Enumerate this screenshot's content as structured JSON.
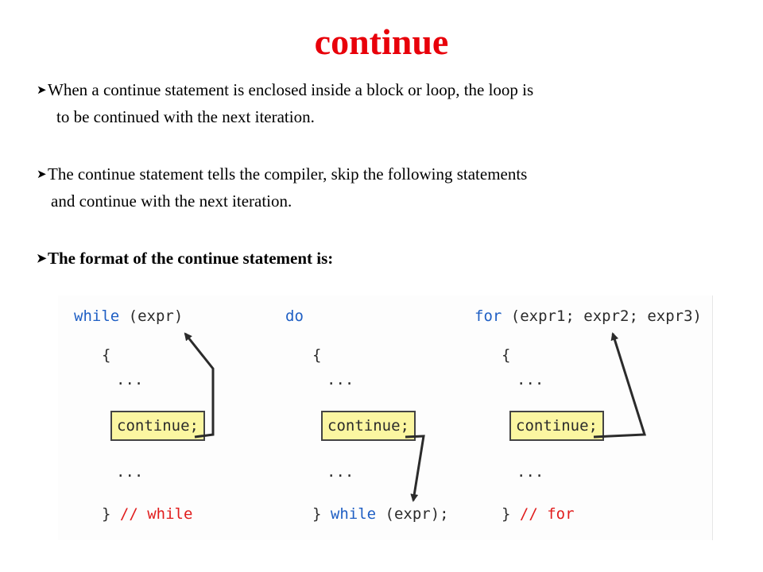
{
  "slide": {
    "title": "continue",
    "bullets": [
      {
        "line1": "When a continue statement is enclosed inside a block or loop, the loop is",
        "line2": "to be continued with the next iteration."
      },
      {
        "line1": "The continue statement tells the compiler, skip the following statements",
        "line2": "and continue with the next iteration."
      },
      {
        "line1": "The format of the continue statement is:"
      }
    ],
    "bullet_icon": "arrowhead-bullet-icon"
  },
  "figure": {
    "while_loop": {
      "header_kw": "while",
      "header_rest": " (expr)",
      "open_brace": "{",
      "dots1": "...",
      "continue_stmt": "continue;",
      "dots2": "...",
      "close_brace": "}",
      "comment": "// while"
    },
    "do_loop": {
      "header_kw": "do",
      "open_brace": "{",
      "dots1": "...",
      "continue_stmt": "continue;",
      "dots2": "...",
      "close_brace": "}",
      "footer_kw": "while",
      "footer_rest": " (expr);"
    },
    "for_loop": {
      "header_kw": "for",
      "header_rest": " (expr1; expr2; expr3)",
      "open_brace": "{",
      "dots1": "...",
      "continue_stmt": "continue;",
      "dots2": "...",
      "close_brace": "}",
      "comment": "// for"
    },
    "colors": {
      "keyword": "#1f5fc4",
      "comment": "#e11d1d",
      "highlight": "#fbf6a1",
      "title": "#e8000a"
    }
  }
}
